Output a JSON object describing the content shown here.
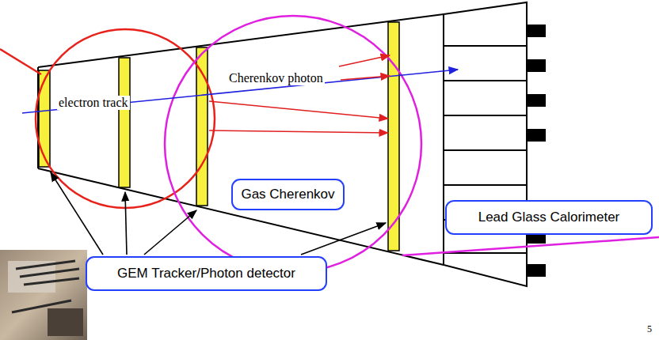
{
  "diagram": {
    "nodes": [
      {
        "text": [
          "Gas Cherenkov"
        ]
      },
      {
        "text": [
          "Lead Glass Calorimeter"
        ]
      },
      {
        "text": [
          "GEM Tracker/Photon detector"
        ]
      }
    ],
    "labels": [
      "electron track",
      "Cherenkov photon",
      "5"
    ]
  }
}
